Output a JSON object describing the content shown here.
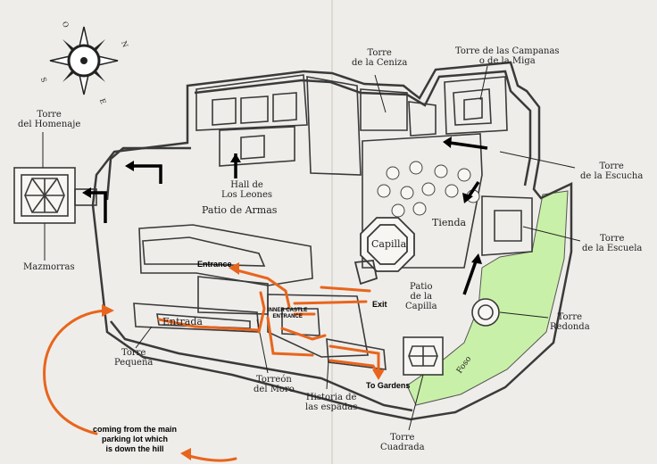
{
  "compass": {
    "letters": [
      "N",
      "S",
      "E",
      "O"
    ]
  },
  "map_labels": {
    "torre_ceniza": [
      "Torre",
      "de la Ceniza"
    ],
    "torre_campanas": [
      "Torre de las Campanas",
      "o de la Miga"
    ],
    "torre_homenaje": [
      "Torre",
      "del Homenaje"
    ],
    "torre_escucha": [
      "Torre",
      "de la Escucha"
    ],
    "torre_escuela": [
      "Torre",
      "de la Escuela"
    ],
    "hall_leones": [
      "Hall de",
      "Los Leones"
    ],
    "patio_armas": "Patio de Armas",
    "tienda": "Tienda",
    "capilla": "Capilla",
    "patio_capilla": [
      "Patio",
      "de la",
      "Capilla"
    ],
    "mazmorras": "Mazmorras",
    "torre_redonda": [
      "Torre",
      "Redonda"
    ],
    "entrada": "Entrada",
    "torre_pequena": [
      "Torre",
      "Pequeña"
    ],
    "torreon_moro": [
      "Torreón",
      "del Moro"
    ],
    "historia_espadas": [
      "Historia de",
      "las espadas"
    ],
    "torre_cuadrada": [
      "Torre",
      "Cuadrada"
    ],
    "foso": "Foso"
  },
  "annotations": {
    "entrance": "Entrance",
    "exit": "Exit",
    "inner_castle_entrance": [
      "INNER CASTLE",
      "ENTRANCE"
    ],
    "to_gardens": "To Gardens",
    "parking_note": [
      "coming from the main",
      "parking lot which",
      "is down the hill"
    ]
  },
  "colors": {
    "background": "#efedea",
    "walls": "#3a3a3a",
    "garden": "#c9f0a8",
    "route": "#e8651c",
    "arrows": "#000000"
  }
}
